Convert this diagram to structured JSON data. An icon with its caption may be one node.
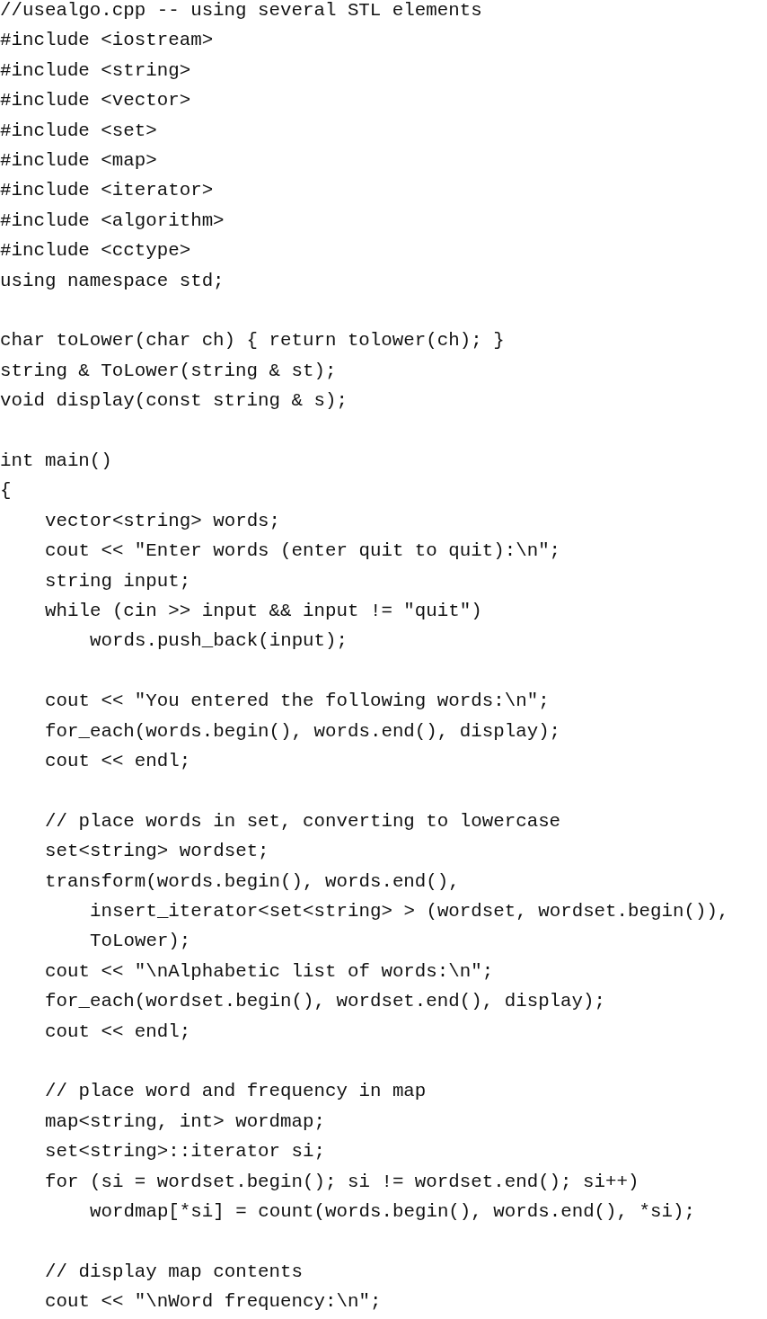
{
  "diagram": {
    "labels": [
      "//usealgo.cpp -- using several STL elements",
      "#include <iostream>",
      "#include <string>",
      "#include <vector>",
      "#include <set>",
      "#include <map>",
      "#include <iterator>",
      "#include <algorithm>",
      "#include <cctype>",
      "using namespace std;",
      "char toLower(char ch) { return tolower(ch); }",
      "string & ToLower(string & st);",
      "void display(const string & s);",
      "int main()",
      "{",
      "vector<string> words;",
      "cout << \"Enter words (enter quit to quit):\\n\";",
      "string input;",
      "while (cin >> input && input != \"quit\")",
      "words.push_back(input);",
      "cout << \"You entered the following words:\\n\";",
      "for_each(words.begin(), words.end(), display);",
      "cout << endl;",
      "// place words in set, converting to lowercase",
      "set<string> wordset;",
      "transform(words.begin(), words.end(),",
      "insert_iterator<set<string> > (wordset, wordset.begin()),",
      "ToLower);",
      "cout << \"\\nAlphabetic list of words:\\n\";",
      "for_each(wordset.begin(), wordset.end(), display);",
      "cout << endl;",
      "// place word and frequency in map",
      "map<string, int> wordmap;",
      "set<string>::iterator si;",
      "for (si = wordset.begin(); si != wordset.end(); si++)",
      "wordmap[*si] = count(words.begin(), words.end(), *si);",
      "// display map contents",
      "cout << \"\\nWord frequency:\\n\";"
    ]
  }
}
